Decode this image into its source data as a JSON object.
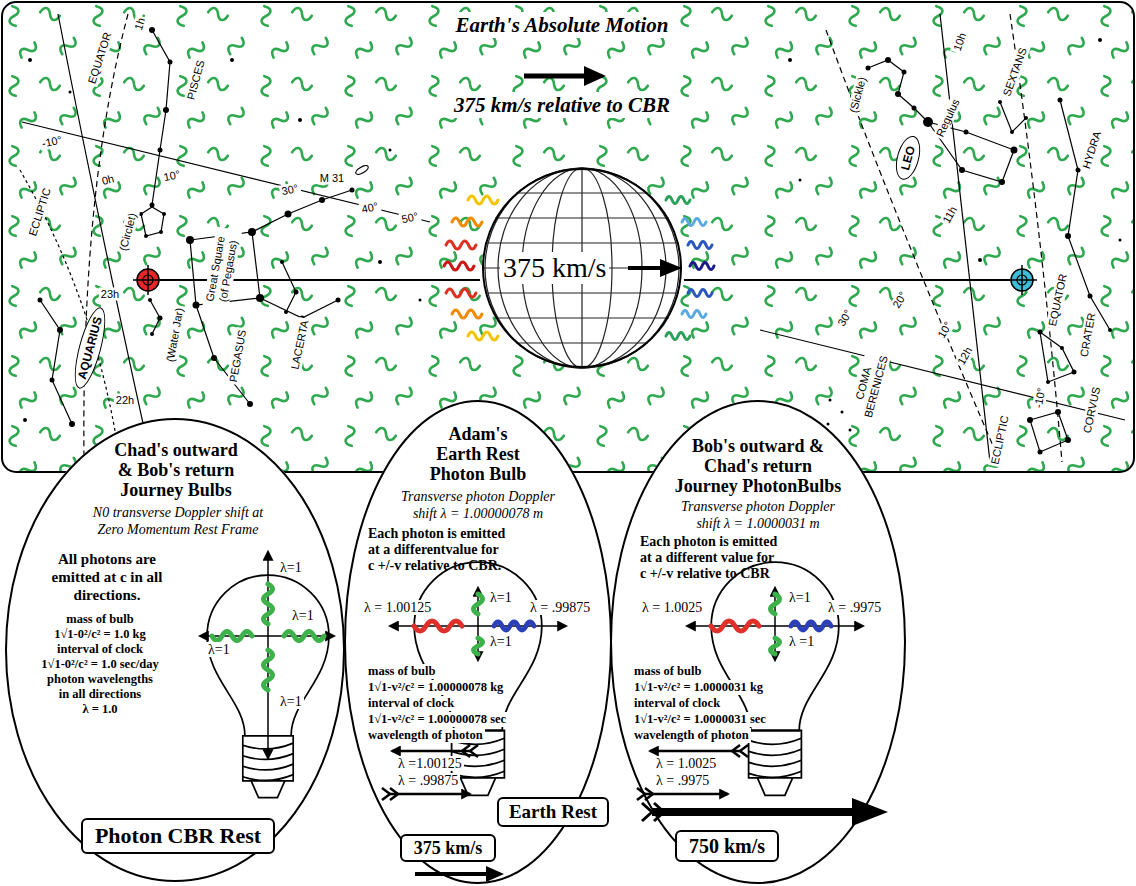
{
  "diagram": {
    "nodes": [
      {
        "text": [
          "Earth's Absolute Motion",
          "375 km/s relative to CBR"
        ]
      },
      {
        "text": [
          "375 km/s"
        ],
        "in": 0
      },
      {
        "text": [
          "AQUARIUS"
        ],
        "in": 0
      },
      {
        "text": [
          "LEO"
        ],
        "in": 0
      },
      {
        "text": [
          "Chad's outward & Bob's return Journey Bulbs",
          "N0 transverse Doppler shift at Zero Momentum Rest Frame",
          "All photons are emitted at c in all directions.",
          "mass of bulb",
          "1√1-0²/c² = 1.0 kg",
          "interval of clock",
          "1√1-0²/c² = 1.0 sec/day",
          "photon wavelengths",
          "in all directions",
          "λ = 1.0",
          "λ=1",
          "λ=1",
          "λ=1",
          "λ=1"
        ]
      },
      {
        "text": [
          "Photon CBR Rest"
        ],
        "in": 4
      },
      {
        "text": [
          "Adam's Earth Rest Photon Bulb",
          "Transverse photon Doppler shift λ = 1.00000078 m",
          "Each photon is emitted at a differentvalue for c +/-v relative to CBR.",
          "λ=1",
          "λ = 1.00125",
          "λ = .99875",
          "λ=1",
          "mass of bulb",
          "1√1-v²/c² = 1.00000078 kg",
          "interval of clock",
          "1√1-v²/c² = 1.00000078 sec",
          "wavelength of photon",
          "λ =1.00125",
          "λ = .99875"
        ]
      },
      {
        "text": [
          "Earth Rest"
        ],
        "in": 6
      },
      {
        "text": [
          "375 km/s"
        ],
        "in": 6
      },
      {
        "text": [
          "Bob's outward & Chad's return Journey PhotonBulbs",
          "Transverse photon Doppler shift λ = 1.0000031 m",
          "Each photon is emitted at a different value for c +/-v relative to CBR",
          "λ=1",
          "λ = 1.0025",
          "λ = .9975",
          "λ =1",
          "mass of bulb",
          "1√1-v²/c² = 1.0000031 kg",
          "interval of clock",
          "1√1-v²/c² = 1.0000031 sec",
          "wavelength of photon",
          "λ = 1.0025",
          "λ = .9975"
        ]
      },
      {
        "text": [
          "750 km/s"
        ],
        "in": 9
      }
    ],
    "labels": [
      "EQUATOR",
      "1h",
      "PISCES",
      "-10°",
      "0h",
      "10°",
      "30°",
      "M 31",
      "40°",
      "50°",
      "ECLIPTIC",
      "(Circlet)",
      "Great Square (of Pegasus)",
      "23h",
      "(Water Jar)",
      "PEGASUS",
      "LACERTA",
      "22h",
      "(Sickle)",
      "10h",
      "SEXTANS",
      "Regulus",
      "HYDRA",
      "11h",
      "EQUATOR",
      "CRATER",
      "20°",
      "10°",
      "30°",
      "12h",
      "COMA BERENICES",
      "-10°",
      "ECLIPTIC",
      "CORVUS"
    ]
  }
}
